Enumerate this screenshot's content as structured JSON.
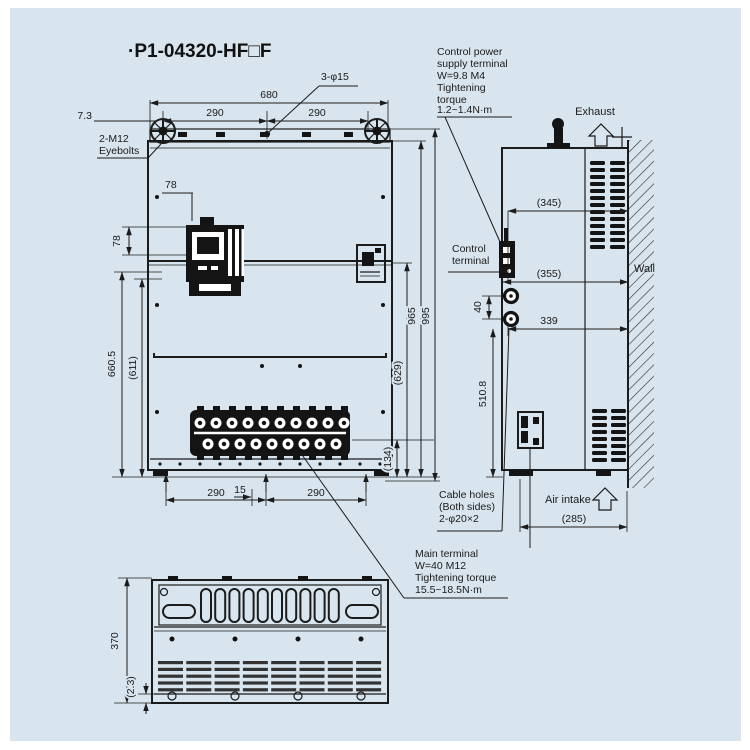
{
  "labels": {
    "title": "·P1-04320-HF□F",
    "exhaust": "Exhaust",
    "wall": "Wall",
    "air_intake": "Air intake"
  },
  "colors": {
    "background": "#d8e5ee",
    "line": "#1b1b1b",
    "view_fill": "#ffffff"
  },
  "notes": {
    "control_power": [
      "Control power",
      "supply terminal",
      "W=9.8 M4",
      "Tightening",
      "torque",
      "1.2~1.4N·m"
    ],
    "control_terminal": [
      "Control",
      "terminal"
    ],
    "cable_holes": [
      "Cable holes",
      "(Both sides)",
      "2-φ20×2"
    ],
    "main_terminal": [
      "Main terminal",
      "W=40 M12",
      "Tightening torque",
      "15.5~18.5N·m"
    ],
    "eyebolts": [
      "2-M12",
      "Eyebolts"
    ]
  },
  "dims": {
    "front": {
      "width_overall": "680",
      "hole_pitch_left": "290",
      "hole_pitch_right": "290",
      "eyebolt_offset": "7.3",
      "top_holes": "3-φ15",
      "keypad_width": "78",
      "keypad_height": "78",
      "height_cover": "660.5",
      "height_cover_ref": "(611)",
      "height_body": "965",
      "height_total": "995",
      "height_lower_ref": "(629)",
      "height_terminal_ref": "(134)",
      "foot_pitch_left": "290",
      "foot_offset": "15",
      "foot_pitch_right": "290"
    },
    "side": {
      "depth_upper_ref": "(345)",
      "depth_mid_ref": "(355)",
      "depth_lower": "339",
      "cable_hole_pitch": "40",
      "height_lower": "510.8",
      "depth_intake_ref": "(285)"
    },
    "bottom": {
      "depth": "370",
      "clearance_ref": "(2.3)"
    }
  }
}
